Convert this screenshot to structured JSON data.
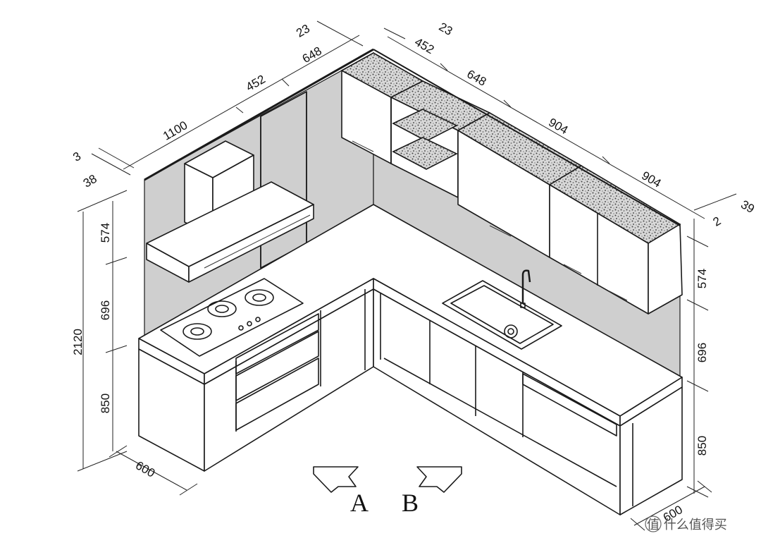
{
  "dimensions": {
    "left_wall": {
      "side_overhang": "3",
      "side_panel": "38",
      "hood_run": "1100",
      "middle_cabinet": "452",
      "corner_cabinet": "648",
      "corner_gap": "23"
    },
    "right_wall": {
      "corner_gap": "23",
      "open_shelf": "452",
      "cabinet_1": "648",
      "cabinet_2": "904",
      "cabinet_3": "904",
      "end_gap": "2",
      "end_panel": "39"
    },
    "heights_left": {
      "total": "2120",
      "upper": "574",
      "backsplash": "696",
      "base": "850"
    },
    "heights_right": {
      "upper": "574",
      "backsplash": "696",
      "base": "850"
    },
    "depth_left": "600",
    "depth_right": "600"
  },
  "view_labels": {
    "view_a": "A",
    "view_b": "B"
  },
  "watermark": "值 什么值得买"
}
